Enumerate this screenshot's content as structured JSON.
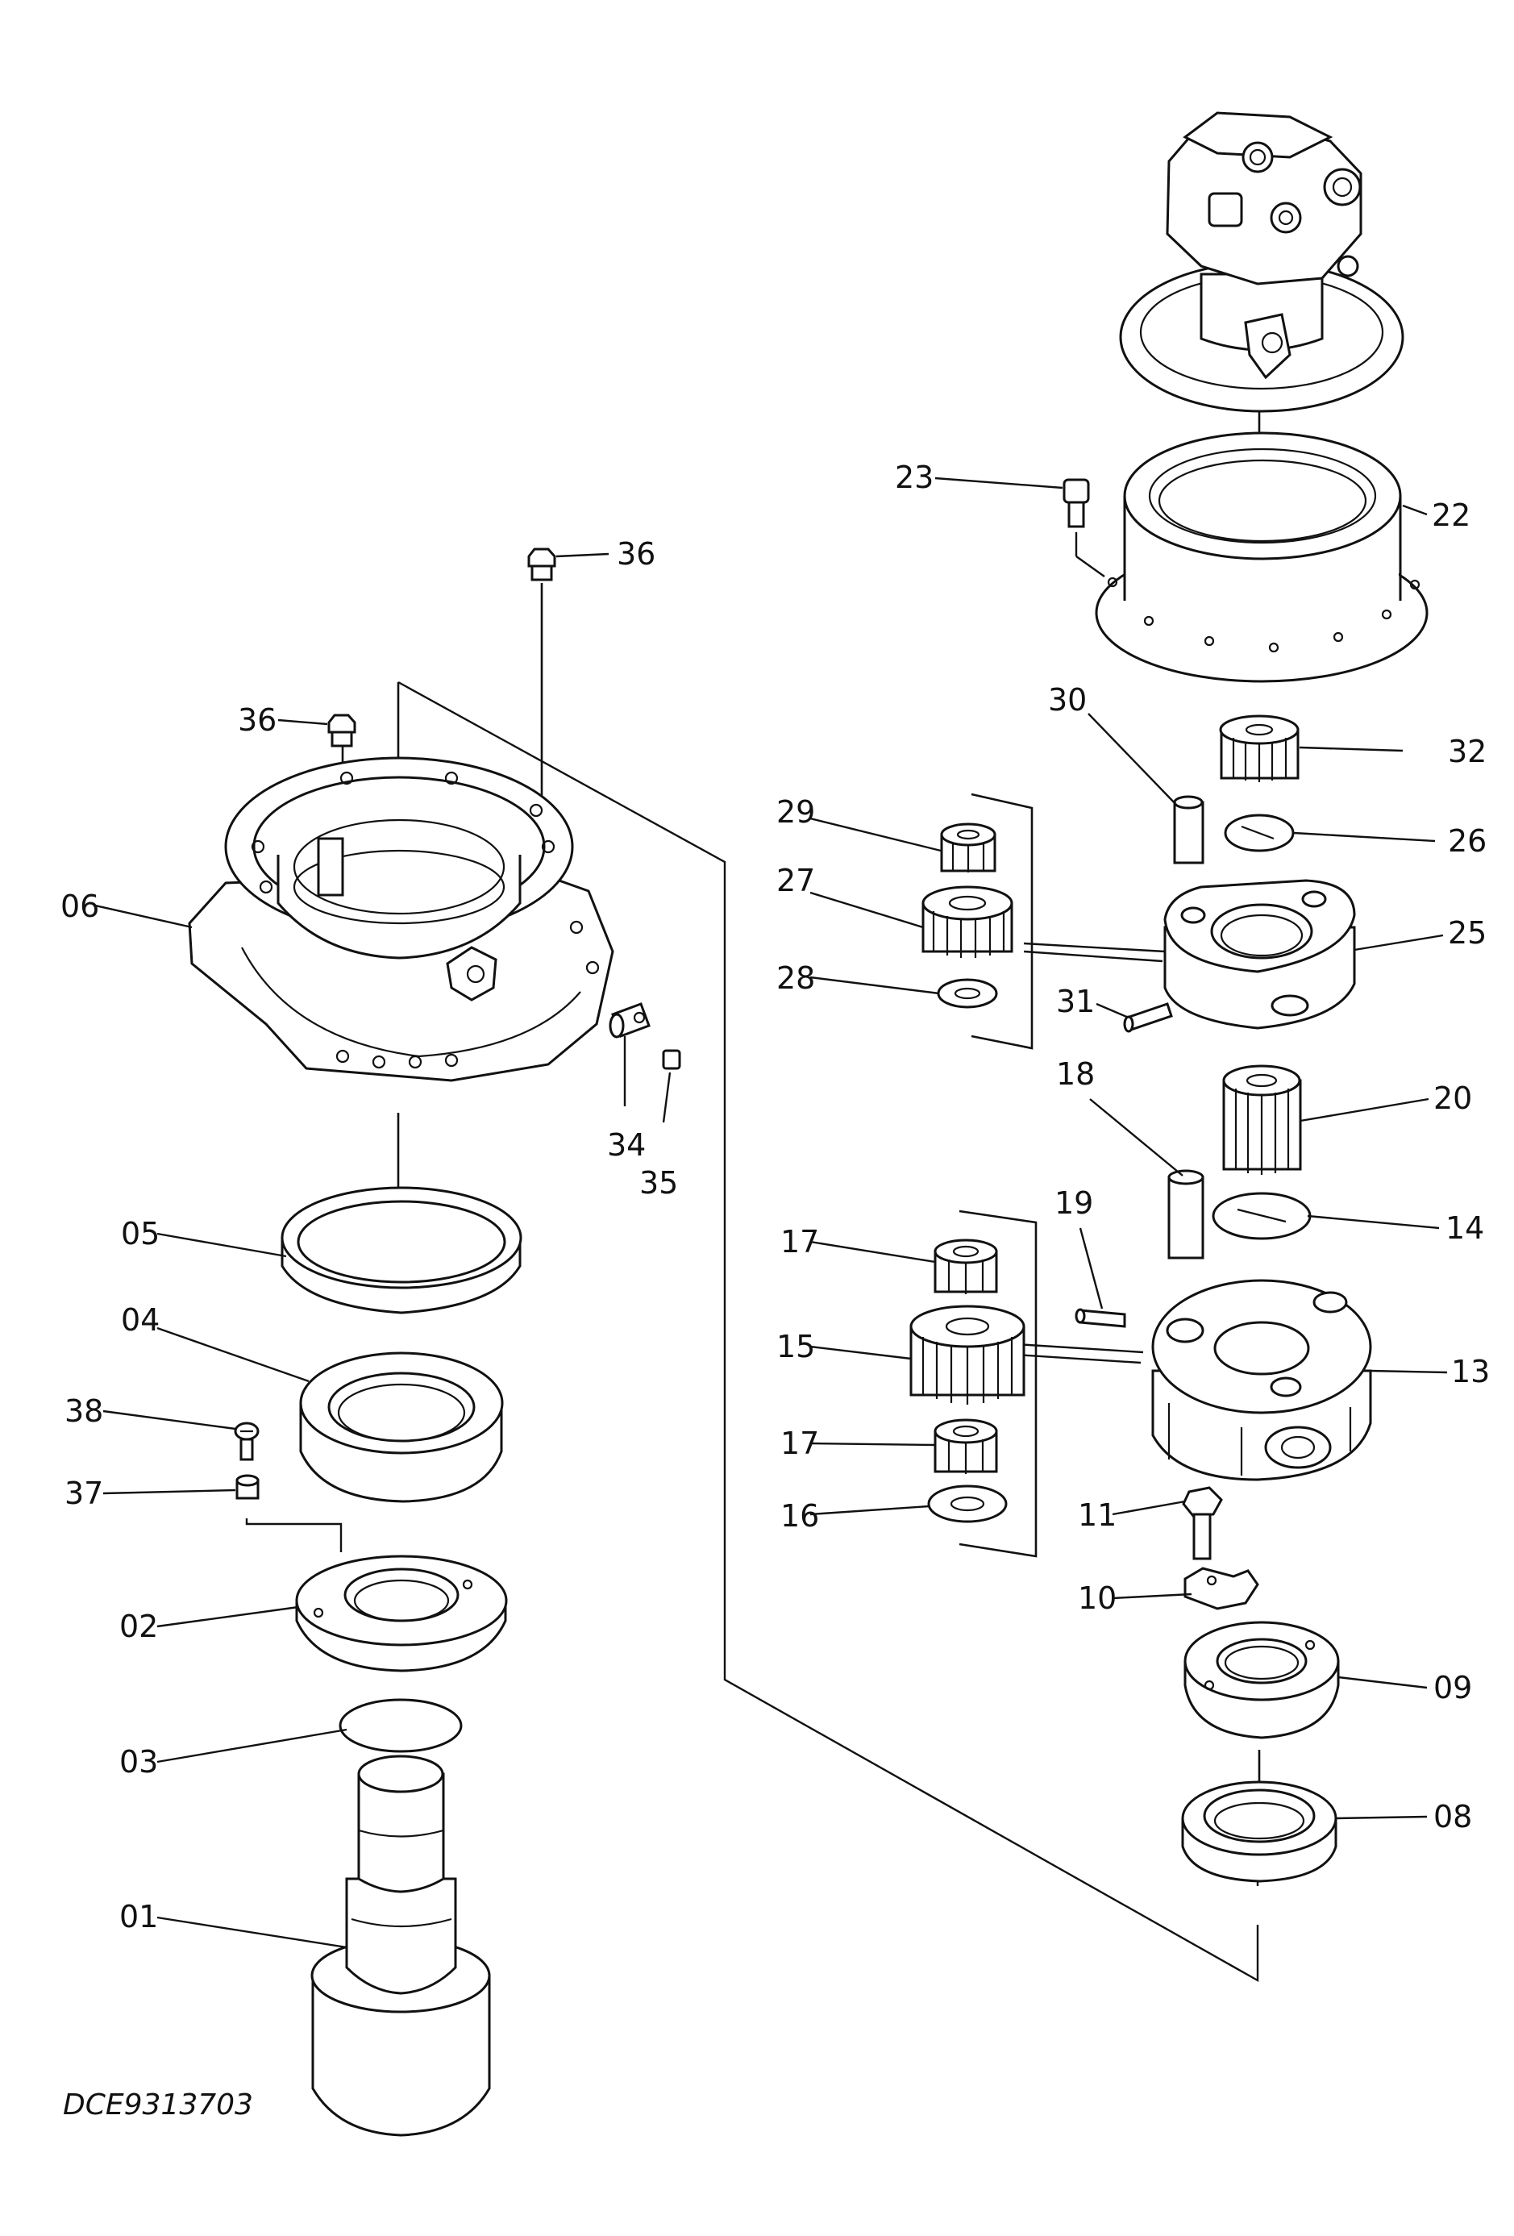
{
  "drawing_code": "DCE9313703",
  "parts": [
    {
      "id": "p01",
      "label": "01",
      "icon": "pinion-shaft-icon"
    },
    {
      "id": "p02",
      "label": "02",
      "icon": "bearing-retainer-icon"
    },
    {
      "id": "p03",
      "label": "03",
      "icon": "thrust-plate-icon"
    },
    {
      "id": "p04",
      "label": "04",
      "icon": "roller-bearing-icon"
    },
    {
      "id": "p05",
      "label": "05",
      "icon": "oil-seal-icon"
    },
    {
      "id": "p06",
      "label": "06",
      "icon": "housing-icon"
    },
    {
      "id": "p08",
      "label": "08",
      "icon": "thrust-ring-icon"
    },
    {
      "id": "p09",
      "label": "09",
      "icon": "ring-nut-icon"
    },
    {
      "id": "p10",
      "label": "10",
      "icon": "lock-plate-icon"
    },
    {
      "id": "p11",
      "label": "11",
      "icon": "bolt-icon"
    },
    {
      "id": "p13",
      "label": "13",
      "icon": "carrier-1-icon"
    },
    {
      "id": "p14",
      "label": "14",
      "icon": "thrust-plate-icon"
    },
    {
      "id": "p15",
      "label": "15",
      "icon": "planet-gear-1-icon"
    },
    {
      "id": "p16",
      "label": "16",
      "icon": "thrust-washer-icon"
    },
    {
      "id": "p17a",
      "label": "17",
      "icon": "needle-bearing-icon"
    },
    {
      "id": "p17b",
      "label": "17",
      "icon": "needle-bearing-icon"
    },
    {
      "id": "p18",
      "label": "18",
      "icon": "pin-icon"
    },
    {
      "id": "p19",
      "label": "19",
      "icon": "spring-pin-icon"
    },
    {
      "id": "p20",
      "label": "20",
      "icon": "sun-gear-1-icon"
    },
    {
      "id": "p22",
      "label": "22",
      "icon": "ring-gear-icon"
    },
    {
      "id": "p23",
      "label": "23",
      "icon": "socket-bolt-icon"
    },
    {
      "id": "p25",
      "label": "25",
      "icon": "carrier-2-icon"
    },
    {
      "id": "p26",
      "label": "26",
      "icon": "thrust-plate-icon"
    },
    {
      "id": "p27",
      "label": "27",
      "icon": "planet-gear-2-icon"
    },
    {
      "id": "p28",
      "label": "28",
      "icon": "thrust-washer-icon"
    },
    {
      "id": "p29",
      "label": "29",
      "icon": "needle-bearing-icon"
    },
    {
      "id": "p30",
      "label": "30",
      "icon": "pin-icon"
    },
    {
      "id": "p31",
      "label": "31",
      "icon": "spring-pin-icon"
    },
    {
      "id": "p32",
      "label": "32",
      "icon": "sun-gear-2-icon"
    },
    {
      "id": "p34",
      "label": "34",
      "icon": "elbow-fitting-icon"
    },
    {
      "id": "p35",
      "label": "35",
      "icon": "plug-icon"
    },
    {
      "id": "p36a",
      "label": "36",
      "icon": "plug-icon"
    },
    {
      "id": "p36b",
      "label": "36",
      "icon": "plug-icon"
    },
    {
      "id": "p37",
      "label": "37",
      "icon": "washer-icon"
    },
    {
      "id": "p38",
      "label": "38",
      "icon": "screw-icon"
    }
  ],
  "motor": {
    "icon": "swing-motor-icon"
  }
}
